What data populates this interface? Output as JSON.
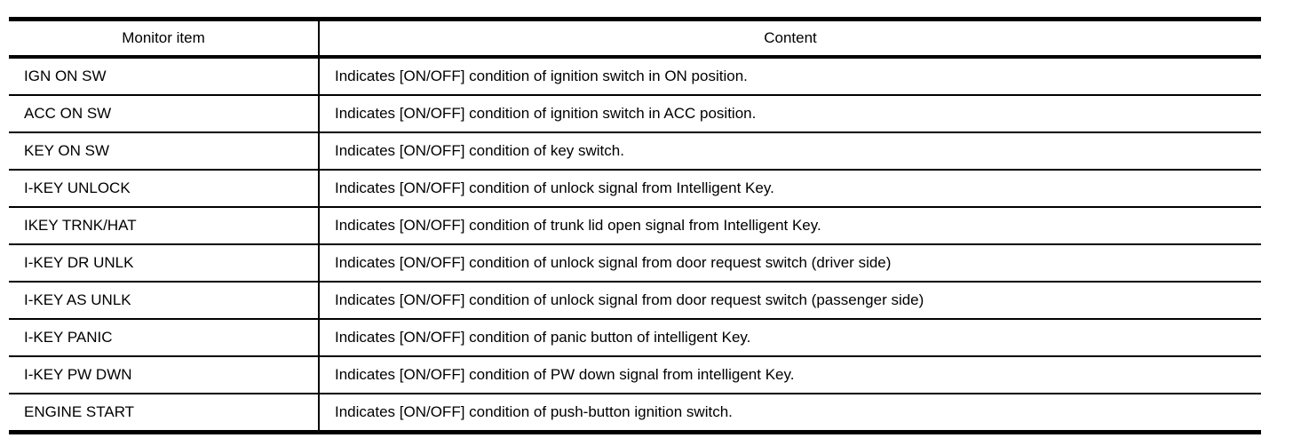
{
  "table": {
    "headers": {
      "monitor_item": "Monitor item",
      "content": "Content"
    },
    "rows": [
      {
        "item": "IGN ON SW",
        "content": "Indicates [ON/OFF] condition of ignition switch in ON position."
      },
      {
        "item": "ACC ON SW",
        "content": "Indicates [ON/OFF] condition of ignition switch in ACC position."
      },
      {
        "item": "KEY ON SW",
        "content": "Indicates [ON/OFF] condition of key switch."
      },
      {
        "item": "I-KEY UNLOCK",
        "content": "Indicates [ON/OFF] condition of unlock signal from Intelligent Key."
      },
      {
        "item": "IKEY TRNK/HAT",
        "content": "Indicates [ON/OFF] condition of trunk lid open signal from Intelligent Key."
      },
      {
        "item": "I-KEY DR UNLK",
        "content": "Indicates [ON/OFF] condition of unlock signal from door request switch (driver side)"
      },
      {
        "item": "I-KEY AS UNLK",
        "content": "Indicates [ON/OFF] condition of unlock signal from door request switch (passenger side)"
      },
      {
        "item": "I-KEY PANIC",
        "content": "Indicates [ON/OFF] condition of panic button of intelligent Key."
      },
      {
        "item": "I-KEY PW DWN",
        "content": "Indicates [ON/OFF] condition of PW down signal from intelligent Key."
      },
      {
        "item": "ENGINE START",
        "content": "Indicates [ON/OFF] condition of push-button ignition switch."
      }
    ],
    "colors": {
      "border": "#000000",
      "text": "#000000",
      "background": "#ffffff"
    }
  }
}
